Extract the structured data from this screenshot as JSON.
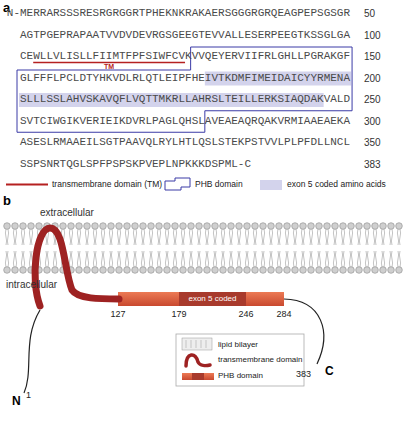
{
  "diagram": {
    "nodes": [
      {
        "text": [
          "exon 5 coded"
        ]
      }
    ],
    "labels": [
      "a",
      "N-MERRARSSSRESRGRGGRTPHEKNKRAKAERSGGGRGRQEAGPEPSGSGR",
      "50",
      "AGTPGEPRAPAATVVDVDEVRGSGEEGTEVVALLESERPEEGTKSSGLGA",
      "100",
      "CEWLLVLISLLFIIMTFPFSIWFCVKVVQEYERVIIFRLGHLLPGRAKGF",
      "150",
      "TM",
      "GLFFFLPCLDTYHKVDLRLQTLEIPFHEIVTKDMFIMEIDAICYYRMENA",
      "200",
      "SLLLSSLAHVSKAVQFLVQTTMKRLLAHRSLTEILLERKSIAQDAKVALD",
      "250",
      "SVTCIWGIKVERIEIKDVRLPAGLQHSLAVEAEAQRQAKVRMIAAEAEKA",
      "300",
      "ASESLRMAAEILSGTPAAVQLRYLHTLQSLSTEKPSTVVLPLPFDLLNCL",
      "350",
      "SSPSNRTQGLSPFPSPSKPVEPLNPKKKDSPML-C",
      "383",
      "b",
      "extracellular",
      "intracellular",
      "127",
      "179",
      "246",
      "284",
      "N",
      "1",
      "383",
      "C"
    ],
    "legend": [
      {
        "text": "transmembrane domain (TM)"
      },
      {
        "text": "PHB domain"
      },
      {
        "text": "exon 5 coded amino acids",
        "color": "#d3d3ec"
      },
      {
        "text": "lipid bilayer"
      },
      {
        "text": "transmembrane domain"
      },
      {
        "text": "PHB domain"
      }
    ]
  }
}
